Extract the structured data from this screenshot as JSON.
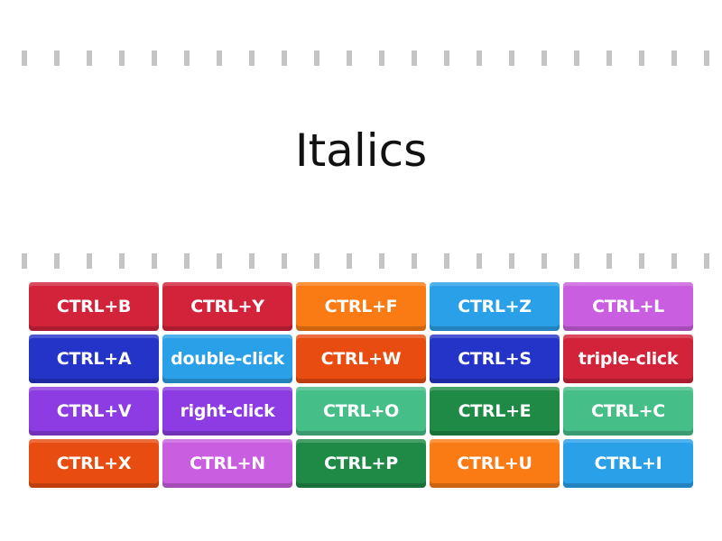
{
  "title": "Italics",
  "tiles": [
    {
      "label": "CTRL+B",
      "color": "#d2233a"
    },
    {
      "label": "CTRL+Y",
      "color": "#d2233a"
    },
    {
      "label": "CTRL+F",
      "color": "#fa7a14"
    },
    {
      "label": "CTRL+Z",
      "color": "#2aa0e8"
    },
    {
      "label": "CTRL+L",
      "color": "#c95ee0"
    },
    {
      "label": "CTRL+A",
      "color": "#2434c8"
    },
    {
      "label": "double-click",
      "color": "#2aa0e8"
    },
    {
      "label": "CTRL+W",
      "color": "#e94c10"
    },
    {
      "label": "CTRL+S",
      "color": "#2434c8"
    },
    {
      "label": "triple-click",
      "color": "#d2233a"
    },
    {
      "label": "CTRL+V",
      "color": "#8c3ce2"
    },
    {
      "label": "right-click",
      "color": "#8c3ce2"
    },
    {
      "label": "CTRL+O",
      "color": "#46be88"
    },
    {
      "label": "CTRL+E",
      "color": "#1f8a46"
    },
    {
      "label": "CTRL+C",
      "color": "#46be88"
    },
    {
      "label": "CTRL+X",
      "color": "#e94c10"
    },
    {
      "label": "CTRL+N",
      "color": "#c95ee0"
    },
    {
      "label": "CTRL+P",
      "color": "#1f8a46"
    },
    {
      "label": "CTRL+U",
      "color": "#fa7a14"
    },
    {
      "label": "CTRL+I",
      "color": "#2aa0e8"
    }
  ]
}
